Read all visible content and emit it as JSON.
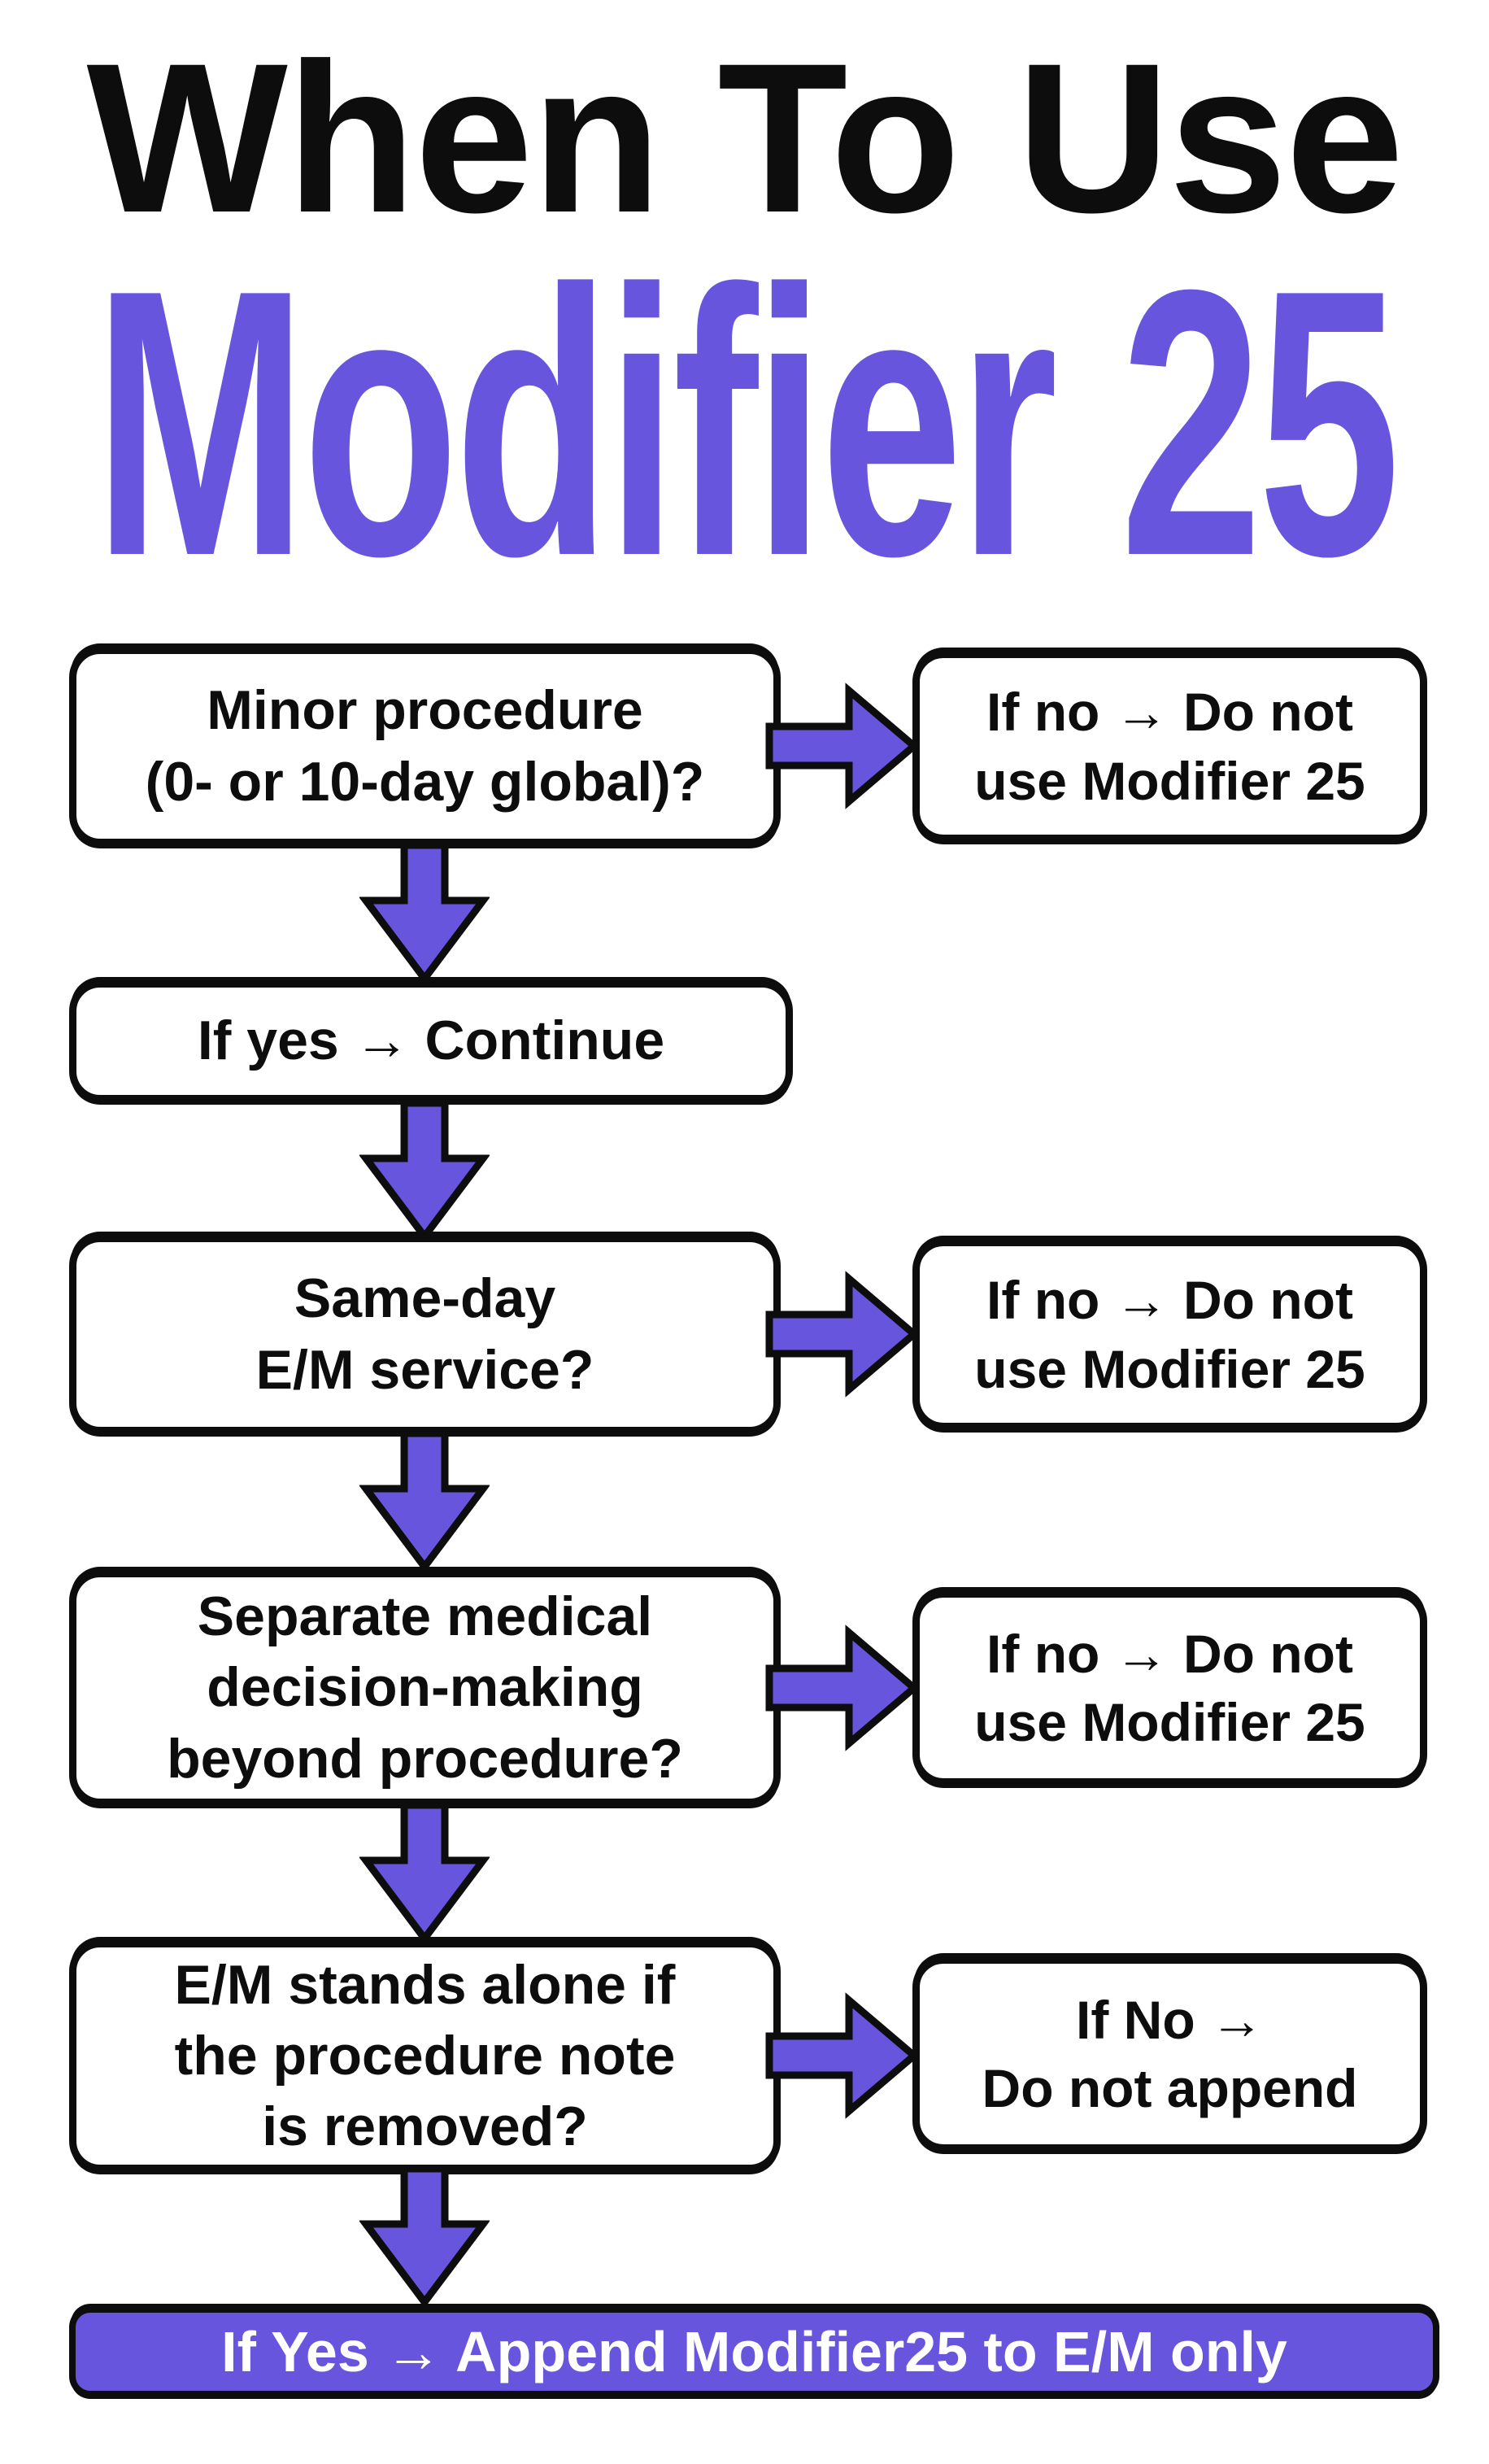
{
  "colors": {
    "accent_purple": "#6756DD",
    "ink_black": "#0d0d0d",
    "background": "#ffffff",
    "banner_text": "#ffffff"
  },
  "title": {
    "line1": "When To Use",
    "line2": "Modifier 25"
  },
  "flow": {
    "steps": [
      {
        "question_lines": [
          "Minor procedure",
          "(0- or 10-day global)?"
        ],
        "outcome_lines": [
          "If no → Do not",
          "use Modifier 25"
        ]
      },
      {
        "note_line": "If yes → Continue"
      },
      {
        "question_lines": [
          "Same-day",
          "E/M service?"
        ],
        "outcome_lines": [
          "If no → Do not",
          "use Modifier 25"
        ]
      },
      {
        "question_lines": [
          "Separate medical",
          "decision-making",
          "beyond procedure?"
        ],
        "outcome_lines": [
          "If no → Do not",
          "use Modifier 25"
        ]
      },
      {
        "question_lines": [
          "E/M stands alone if",
          "the procedure note",
          "is removed?"
        ],
        "outcome_lines": [
          "If No →",
          "Do not append"
        ]
      }
    ],
    "final_banner": "If Yes → Append Modifier25 to E/M only"
  },
  "icons": {
    "arrow_down": "↓",
    "arrow_right": "→"
  }
}
